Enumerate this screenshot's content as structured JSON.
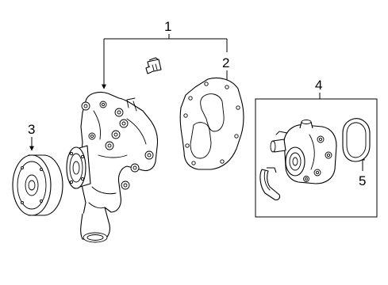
{
  "callouts": [
    {
      "id": "1",
      "label": "1"
    },
    {
      "id": "2",
      "label": "2"
    },
    {
      "id": "3",
      "label": "3"
    },
    {
      "id": "4",
      "label": "4"
    },
    {
      "id": "5",
      "label": "5"
    }
  ],
  "parts": [
    {
      "callout": "1",
      "icon": "water-pump-assembly"
    },
    {
      "callout": "1",
      "icon": "bolt"
    },
    {
      "callout": "2",
      "icon": "pump-gasket"
    },
    {
      "callout": "3",
      "icon": "pump-pulley"
    },
    {
      "callout": "4",
      "icon": "water-pump-kit"
    },
    {
      "callout": "5",
      "icon": "o-ring-seal"
    }
  ]
}
